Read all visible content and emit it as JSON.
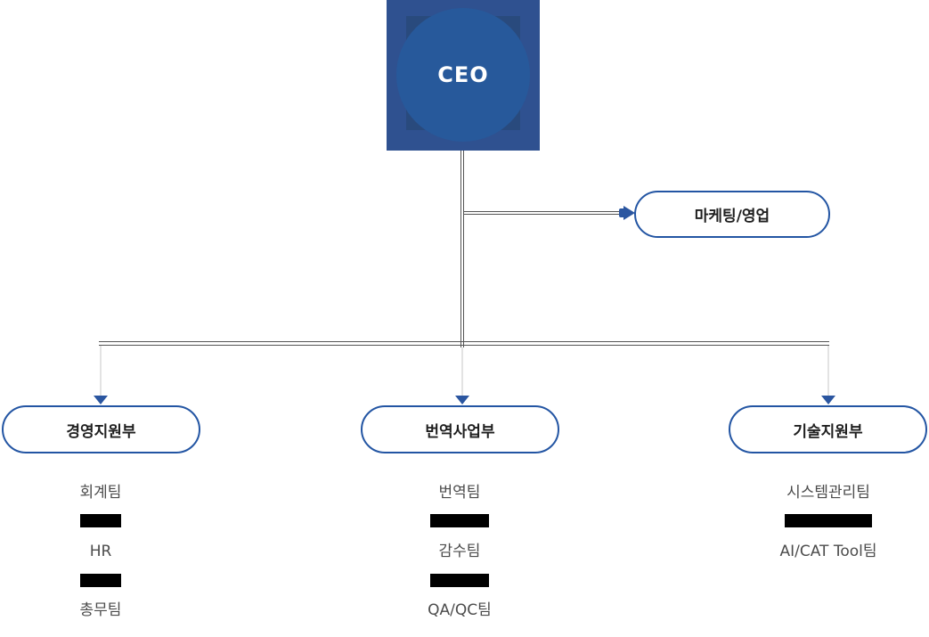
{
  "org_chart": {
    "ceo": {
      "label": "CEO"
    },
    "marketing": {
      "label": "마케팅/영업"
    },
    "departments": [
      {
        "label": "경영지원부",
        "teams": [
          "회계팀",
          "HR",
          "총무팀"
        ],
        "redacted_bars": 2
      },
      {
        "label": "번역사업부",
        "teams": [
          "번역팀",
          "감수팀",
          "QA/QC팀"
        ],
        "redacted_bars": 2
      },
      {
        "label": "기술지원부",
        "teams": [
          "시스템관리팀",
          "AI/CAT Tool팀"
        ],
        "redacted_bars": 1
      }
    ],
    "colors": {
      "ceo_square": "#2f5190",
      "ceo_inner_square": "#294a7d",
      "ceo_circle": "#27599b",
      "pill_border": "#2355a3",
      "arrow_blue": "#2b56a0",
      "connector_dark": "#545454",
      "connector_light": "#e3e3e3",
      "redacted_bar": "#000000",
      "team_text": "#4c4c4c"
    }
  }
}
